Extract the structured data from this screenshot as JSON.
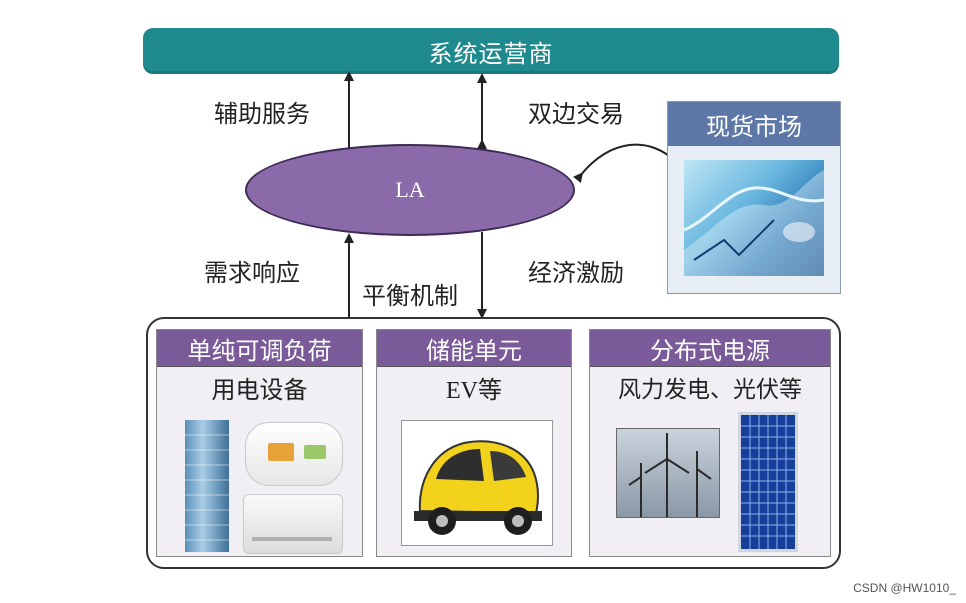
{
  "operator": {
    "label": "系统运营商"
  },
  "flows": {
    "ancillary": "辅助服务",
    "bilateral": "双边交易",
    "demand_response": "需求响应",
    "balancing": "平衡机制",
    "incentive": "经济激励"
  },
  "aggregator": {
    "label": "LA"
  },
  "spot_market": {
    "title": "现货市场",
    "image_icon": "trading-chart-photo"
  },
  "resources": {
    "load": {
      "title": "单纯可调负荷",
      "subtitle": "用电设备",
      "image_icons": [
        "office-building-photo",
        "water-heater-photo",
        "air-conditioner-photo"
      ]
    },
    "storage": {
      "title": "储能单元",
      "subtitle": "EV等",
      "image_icon": "electric-car-photo"
    },
    "generation": {
      "title": "分布式电源",
      "subtitle": "风力发电、光伏等",
      "image_icons": [
        "wind-turbine-photo",
        "solar-panel-photo"
      ]
    }
  },
  "watermark": "CSDN @HW1010_",
  "colors": {
    "operator_bar": "#1f8a8e",
    "ellipse": "#8a6aa8",
    "market_header": "#5d77a6",
    "panel_header": "#7a5a98",
    "ev_body": "#f2d21a"
  }
}
